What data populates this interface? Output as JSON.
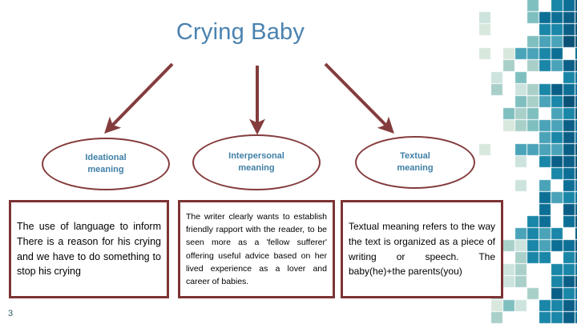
{
  "slide": {
    "title": "Crying Baby",
    "page_number": "3",
    "title_color": "#4a82b0",
    "accent_color": "#843c3c",
    "box_border_color": "#7d3434",
    "label_color": "#3f7fa6",
    "page_number_color": "#2f5d63"
  },
  "nodes": [
    {
      "id": "ideational",
      "label": "Ideational\nmeaning",
      "label_line1": "Ideational",
      "label_line2": "meaning",
      "body": "The use of language to inform There is a reason for his crying and we have to do something to stop his crying"
    },
    {
      "id": "interpersonal",
      "label_line1": "Interpersonal",
      "label_line2": "meaning",
      "body": "The writer clearly wants to establish friendly rapport with the reader, to be seen more as a 'fellow sufferer' offering useful advice based on her lived experience as a lover and career of babies."
    },
    {
      "id": "textual",
      "label_line1": "Textual",
      "label_line2": "meaning",
      "body": "Textual meaning refers to the way the text is organized as a piece of writing or speech. The baby(he)+the parents(you)"
    }
  ],
  "arrows": [
    {
      "name": "arrow-to-ideational",
      "direction": "down-left"
    },
    {
      "name": "arrow-to-interpersonal",
      "direction": "down"
    },
    {
      "name": "arrow-to-textual",
      "direction": "down-right"
    }
  ],
  "decoration": {
    "name": "mosaic-squares",
    "palette": [
      "#d9e8dc",
      "#cde3dd",
      "#a9cfc9",
      "#7fbfc0",
      "#4aa3b8",
      "#1a86a8",
      "#0d6f95",
      "#0b5f86",
      "#0a5176"
    ],
    "cell": 14,
    "gap": 1
  }
}
